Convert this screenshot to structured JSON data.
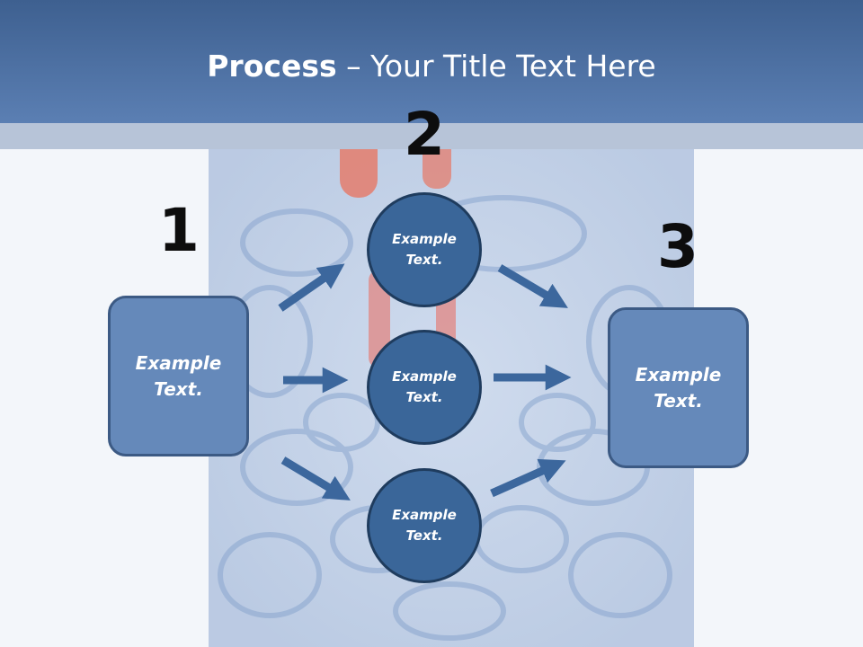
{
  "header": {
    "title_bold": "Process",
    "title_rest": " – Your Title Text Here"
  },
  "steps": [
    {
      "number": "1",
      "text_line1": "Example",
      "text_line2": "Text."
    },
    {
      "number": "2"
    },
    {
      "number": "3",
      "text_line1": "Example",
      "text_line2": "Text."
    }
  ],
  "circles": [
    {
      "text_line1": "Example",
      "text_line2": "Text."
    },
    {
      "text_line1": "Example",
      "text_line2": "Text."
    },
    {
      "text_line1": "Example",
      "text_line2": "Text."
    }
  ],
  "colors": {
    "header": "#4a6fa5",
    "box_fill": "#6589ba",
    "circle_fill": "#3a6699",
    "arrow": "#3c679d"
  }
}
